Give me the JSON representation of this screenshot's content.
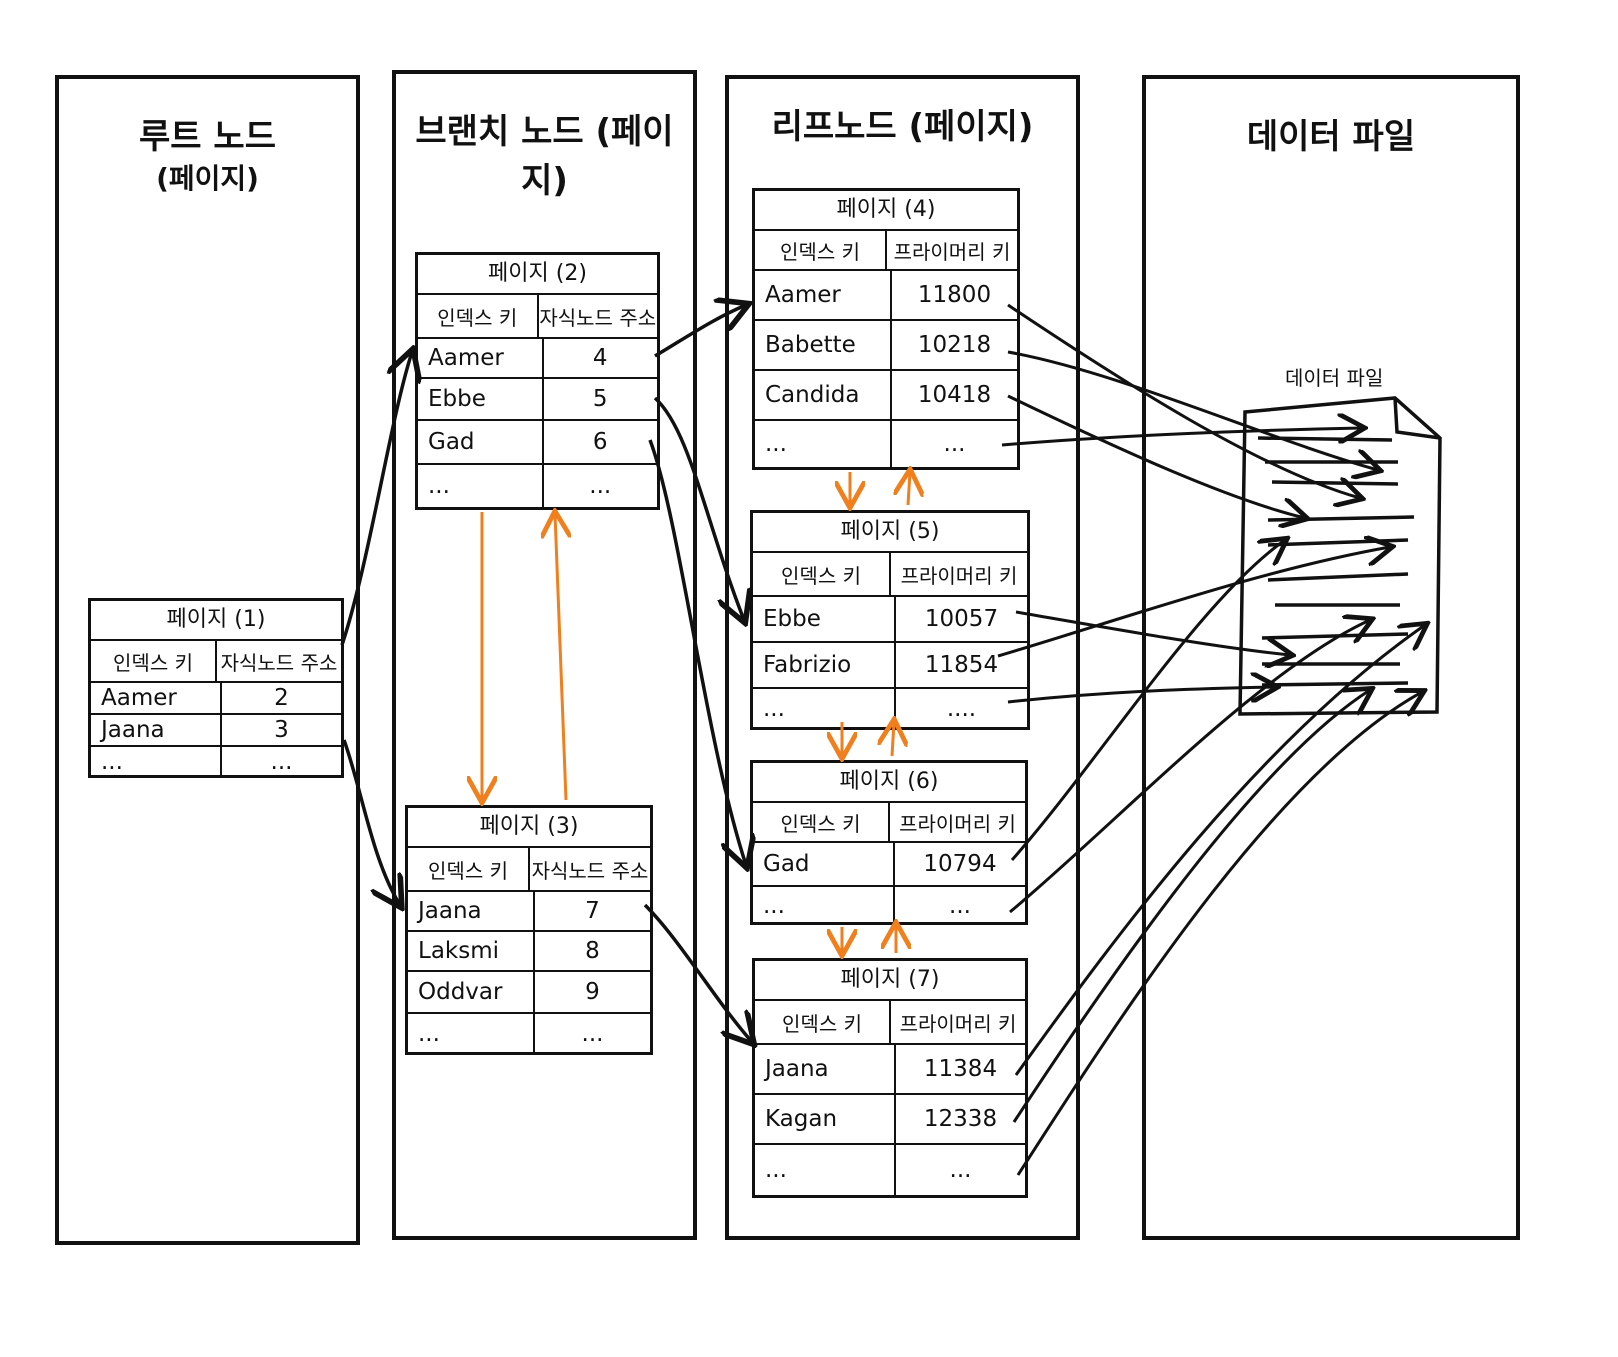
{
  "columns": {
    "root": {
      "title": "루트 노드",
      "subtitle": "(페이지)"
    },
    "branch": {
      "title": "브랜치 노드 (페이지)"
    },
    "leaf": {
      "title": "리프노드 (페이지)"
    },
    "data": {
      "title": "데이터 파일"
    }
  },
  "headers": {
    "index_key": "인덱스 키",
    "child_addr": "자식노드 주소",
    "primary_key": "프라이머리 키"
  },
  "pages": {
    "p1": {
      "title": "페이지 (1)",
      "rows": [
        [
          "Aamer",
          "2"
        ],
        [
          "Jaana",
          "3"
        ],
        [
          "...",
          "..."
        ]
      ]
    },
    "p2": {
      "title": "페이지 (2)",
      "rows": [
        [
          "Aamer",
          "4"
        ],
        [
          "Ebbe",
          "5"
        ],
        [
          "Gad",
          "6"
        ],
        [
          "...",
          "..."
        ]
      ]
    },
    "p3": {
      "title": "페이지 (3)",
      "rows": [
        [
          "Jaana",
          "7"
        ],
        [
          "Laksmi",
          "8"
        ],
        [
          "Oddvar",
          "9"
        ],
        [
          "...",
          "..."
        ]
      ]
    },
    "p4": {
      "title": "페이지 (4)",
      "rows": [
        [
          "Aamer",
          "11800"
        ],
        [
          "Babette",
          "10218"
        ],
        [
          "Candida",
          "10418"
        ],
        [
          "...",
          "..."
        ]
      ]
    },
    "p5": {
      "title": "페이지 (5)",
      "rows": [
        [
          "Ebbe",
          "10057"
        ],
        [
          "Fabrizio",
          "11854"
        ],
        [
          "...",
          "...."
        ]
      ]
    },
    "p6": {
      "title": "페이지 (6)",
      "rows": [
        [
          "Gad",
          "10794"
        ],
        [
          "...",
          "..."
        ]
      ]
    },
    "p7": {
      "title": "페이지 (7)",
      "rows": [
        [
          "Jaana",
          "11384"
        ],
        [
          "Kagan",
          "12338"
        ],
        [
          "...",
          "..."
        ]
      ]
    }
  },
  "data_file": {
    "label": "데이터 파일"
  },
  "colors": {
    "ink": "#111111",
    "sibling_arrow": "#f07f1e"
  }
}
